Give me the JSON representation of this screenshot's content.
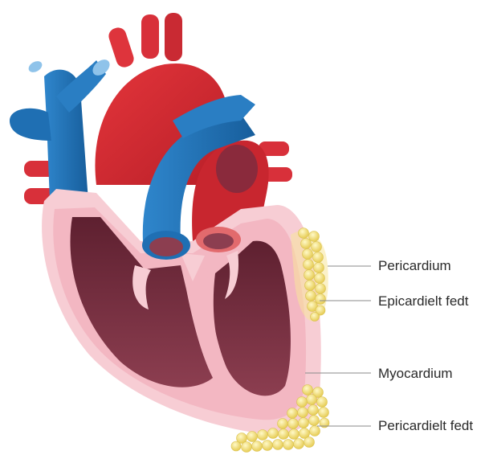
{
  "labels": {
    "pericardium": "Pericardium",
    "epicardial_fat": "Epicardielt fedt",
    "myocardium": "Myocardium",
    "pericardial_fat": "Pericardielt fedt"
  },
  "colors": {
    "vein_blue": "#1f6fb3",
    "artery_red": "#d42a2e",
    "pink_wall": "#f5c7cf",
    "cavity": "#7a3444",
    "fat_yellow": "#f2e38a",
    "leader_line": "#8a8a8a"
  }
}
